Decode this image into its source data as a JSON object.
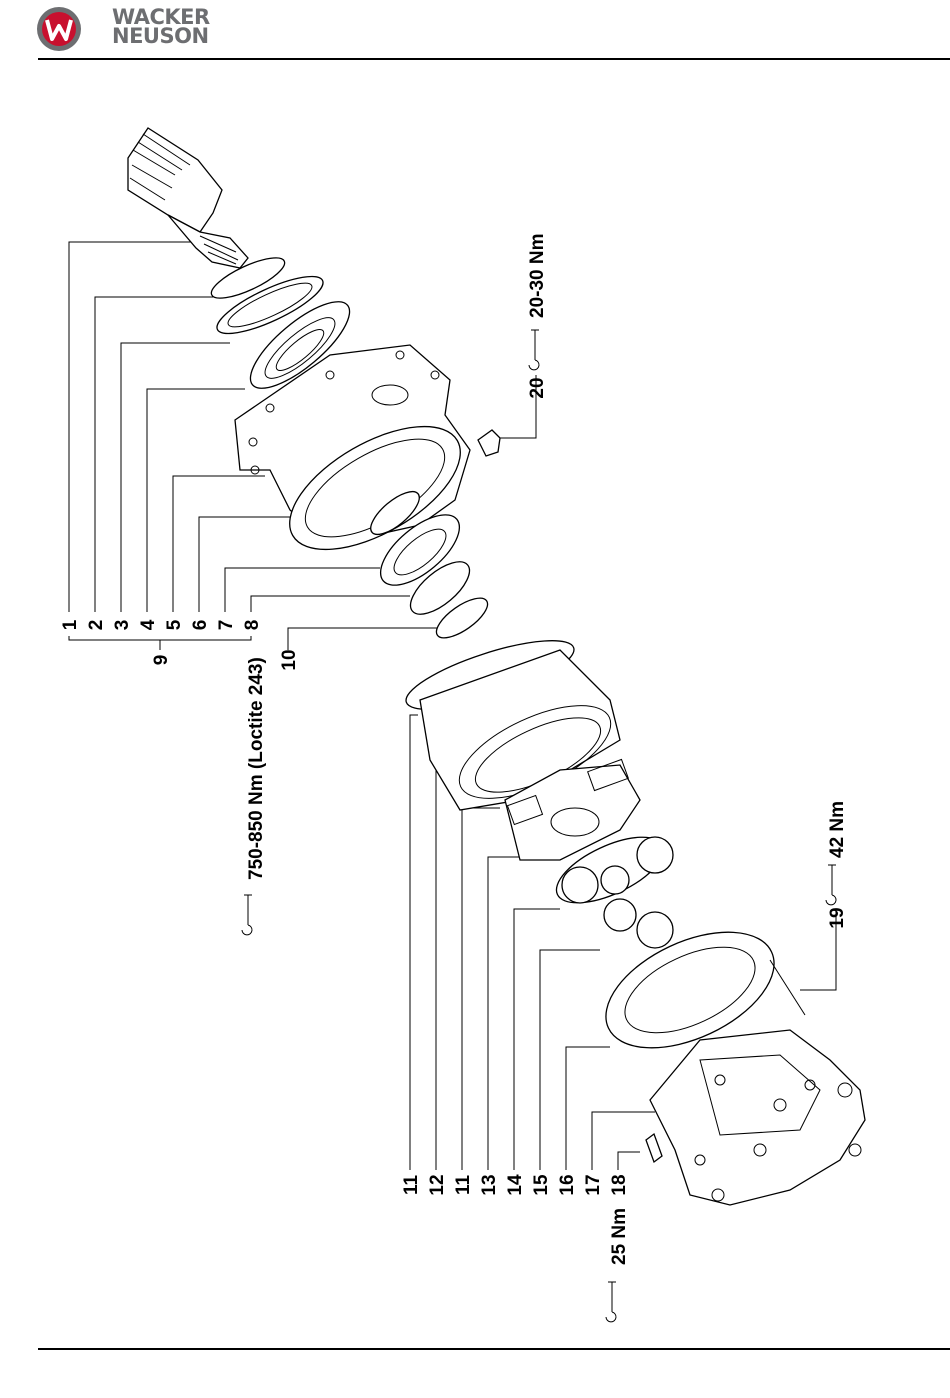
{
  "header": {
    "brand_line1": "WACKER",
    "brand_line2": "NEUSON",
    "logo_letter": "W"
  },
  "colors": {
    "logo_red": "#c8102e",
    "logo_grey": "#6d6e71",
    "line": "#000000"
  },
  "callouts": {
    "c1": "1",
    "c2": "2",
    "c3": "3",
    "c4": "4",
    "c5": "5",
    "c6": "6",
    "c7": "7",
    "c8": "8",
    "c9": "9",
    "c10": "10",
    "c11a": "11",
    "c12": "12",
    "c11b": "11",
    "c13": "13",
    "c14": "14",
    "c15": "15",
    "c16": "16",
    "c17": "17",
    "c18": "18",
    "c19": "19",
    "c20": "20"
  },
  "torques": {
    "t_main": "750-850 Nm (Loctite 243)",
    "t_plug": "20-30 Nm",
    "t_bolt": "42 Nm",
    "t_screw": "25 Nm"
  },
  "icons": [
    "torque-wrench-icon",
    "wacker-neuson-logo"
  ]
}
